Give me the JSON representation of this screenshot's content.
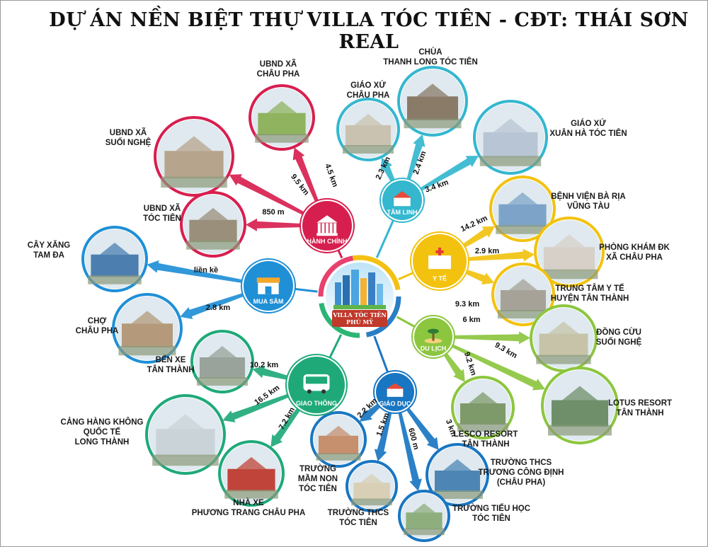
{
  "title": "DỰ ÁN NỀN BIỆT THỰ VILLA TÓC TIÊN - CĐT: THÁI SƠN REAL",
  "center": {
    "line1": "VILLA TÓC TIÊN",
    "line2": "PHÚ MỸ",
    "ring_colors": [
      "#f3c114",
      "#2a7ec6",
      "#2bb573",
      "#e8416e"
    ]
  },
  "hubs": [
    {
      "key": "hanh_chinh",
      "name": "HÀNH CHÍNH",
      "color": "#d71f4f",
      "icon": "government-building-icon"
    },
    {
      "key": "tam_linh",
      "name": "TÂM LINH",
      "color": "#34b7cf",
      "icon": "temple-icon"
    },
    {
      "key": "y_te",
      "name": "Y TẾ",
      "color": "#f2c20f",
      "icon": "hospital-icon"
    },
    {
      "key": "du_lich",
      "name": "DU LỊCH",
      "color": "#8cc63f",
      "icon": "palm-island-icon"
    },
    {
      "key": "giao_duc",
      "name": "GIÁO DỤC",
      "color": "#1976c2",
      "icon": "school-icon"
    },
    {
      "key": "giao_thong",
      "name": "GIAO THÔNG",
      "color": "#1fa979",
      "icon": "bus-icon"
    },
    {
      "key": "mua_sam",
      "name": "MUA SẮM",
      "color": "#1f8fd6",
      "icon": "shop-icon"
    }
  ],
  "destinations": [
    {
      "hub": "hanh_chinh",
      "name": [
        "UBND XÃ",
        "CHÂU PHA"
      ],
      "distance": "4.5 km",
      "photo": "#8fb35e"
    },
    {
      "hub": "hanh_chinh",
      "name": [
        "UBND XÃ",
        "SUỐI NGHỆ"
      ],
      "distance": "9.5 km",
      "photo": "#b7a48d"
    },
    {
      "hub": "hanh_chinh",
      "name": [
        "UBND XÃ",
        "TÓC TIÊN"
      ],
      "distance": "850 m",
      "photo": "#9a8f7b"
    },
    {
      "hub": "tam_linh",
      "name": [
        "GIÁO XỨ",
        "CHÂU PHA"
      ],
      "distance": "2.3 km",
      "photo": "#c9c2b0"
    },
    {
      "hub": "tam_linh",
      "name": [
        "CHÙA",
        "THANH LONG TÓC TIÊN"
      ],
      "distance": "2.4 km",
      "photo": "#8a7a68"
    },
    {
      "hub": "tam_linh",
      "name": [
        "GIÁO XỨ",
        "XUÂN HÀ TÓC TIÊN"
      ],
      "distance": "3.4 km",
      "photo": "#b8c5d4"
    },
    {
      "hub": "y_te",
      "name": [
        "BỆNH VIỆN BÀ RỊA",
        "VŨNG TÀU"
      ],
      "distance": "14.2 km",
      "photo": "#7da4c8"
    },
    {
      "hub": "y_te",
      "name": [
        "PHÒNG KHÁM ĐK",
        "XÃ CHÂU PHA"
      ],
      "distance": "2.9 km",
      "photo": "#d6d0c8"
    },
    {
      "hub": "y_te",
      "name": [
        "TRUNG TÂM Y TẾ",
        "HUYỆN TÂN THÀNH"
      ],
      "distance": "9.3 km",
      "photo": "#a6a298"
    },
    {
      "hub": "du_lich",
      "name": [
        "ĐỒNG CỪU",
        "SUỐI NGHỆ"
      ],
      "distance": "6 km",
      "photo": "#c6c3a8"
    },
    {
      "hub": "du_lich",
      "name": [
        "LOTUS RESORT",
        "TÂN THÀNH"
      ],
      "distance": "9.3 km",
      "photo": "#6f8f6a"
    },
    {
      "hub": "du_lich",
      "name": [
        "LESCO RESORT",
        "TÂN THÀNH"
      ],
      "distance": "9.2 km",
      "photo": "#7f9a6a"
    },
    {
      "hub": "giao_duc",
      "name": [
        "TRƯỜNG THCS",
        "TRƯƠNG CÔNG ĐỊNH",
        "(CHÂU PHA)"
      ],
      "distance": "3 km",
      "photo": "#4d86b5"
    },
    {
      "hub": "giao_duc",
      "name": [
        "TRƯỜNG TIỂU HỌC",
        "TÓC TIÊN"
      ],
      "distance": "600 m",
      "photo": "#8fae7e"
    },
    {
      "hub": "giao_duc",
      "name": [
        "TRƯỜNG THCS",
        "TÓC TIÊN"
      ],
      "distance": "1.5 km",
      "photo": "#d8cfb6"
    },
    {
      "hub": "giao_duc",
      "name": [
        "TRƯỜNG",
        "MẦM NON",
        "TÓC TIÊN"
      ],
      "distance": "2.2 km",
      "photo": "#c68f6e"
    },
    {
      "hub": "giao_thong",
      "name": [
        "BẾN XE",
        "TÂN THÀNH"
      ],
      "distance": "10.2 km",
      "photo": "#9aa39b"
    },
    {
      "hub": "giao_thong",
      "name": [
        "CẢNG HÀNG KHÔNG",
        "QUỐC TẾ",
        "LONG THÀNH"
      ],
      "distance": "16.5 km",
      "photo": "#c9d3d8"
    },
    {
      "hub": "giao_thong",
      "name": [
        "NHÀ XE",
        "PHƯƠNG TRANG CHÂU PHA"
      ],
      "distance": "7.2 km",
      "photo": "#c0443a"
    },
    {
      "hub": "mua_sam",
      "name": [
        "CÂY XĂNG",
        "TAM ĐA"
      ],
      "distance": "liền kề",
      "photo": "#4c7fb0"
    },
    {
      "hub": "mua_sam",
      "name": [
        "CHỢ",
        "CHÂU PHA"
      ],
      "distance": "2.8 km",
      "photo": "#b49a7a"
    }
  ]
}
